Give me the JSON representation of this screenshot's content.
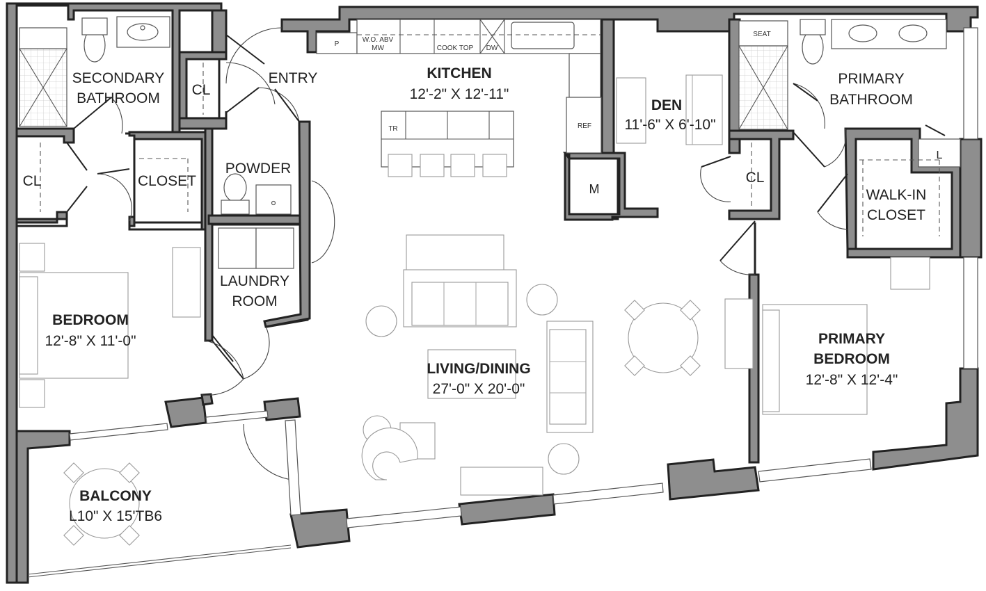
{
  "rooms": {
    "kitchen": {
      "name": "KITCHEN",
      "dim": "12'-2\" X 12'-11\""
    },
    "den": {
      "name": "DEN",
      "dim": "11'-6\" X 6'-10\""
    },
    "primary_bath": {
      "line1": "PRIMARY",
      "line2": "BATHROOM"
    },
    "secondary_bath": {
      "line1": "SECONDARY",
      "line2": "BATHROOM"
    },
    "entry": "ENTRY",
    "powder": "POWDER",
    "laundry": {
      "line1": "LAUNDRY",
      "line2": "ROOM"
    },
    "closet": "CLOSET",
    "walkin": {
      "line1": "WALK-IN",
      "line2": "CLOSET"
    },
    "cl": "CL",
    "bedroom": {
      "name": "BEDROOM",
      "dim": "12'-8\" X 11'-0\""
    },
    "living": {
      "name": "LIVING/DINING",
      "dim": "27'-0\" X 20'-0\""
    },
    "primary_bedroom": {
      "line1": "PRIMARY",
      "line2": "BEDROOM",
      "dim": "12'-8\" X 12'-4\""
    },
    "balcony": {
      "name": "BALCONY",
      "dim": "L10\" X 15'TB6"
    }
  },
  "fixtures": {
    "pantry": "P",
    "wo_line1": "W.O. ABV",
    "wo_line2": "MW",
    "cooktop": "COOK TOP",
    "dw": "DW",
    "ref": "REF",
    "tr": "TR",
    "m": "M",
    "seat": "SEAT",
    "l": "L"
  }
}
